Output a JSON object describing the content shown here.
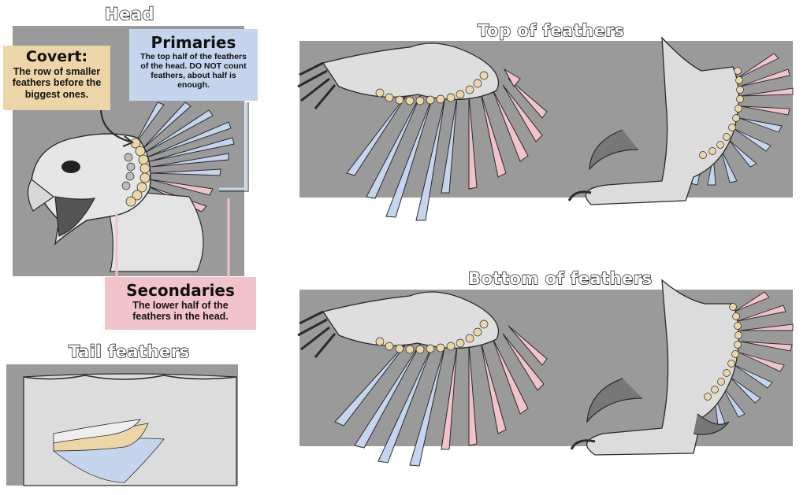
{
  "titles": {
    "head": "Head",
    "top": "Top of feathers",
    "bottom": "Bottom of feathers",
    "tail": "Tail feathers"
  },
  "labels": {
    "covert": {
      "heading": "Covert:",
      "text": "The row of smaller feathers before the biggest ones."
    },
    "primaries": {
      "heading": "Primaries",
      "text": "The top half of the feathers of the head. DO NOT count feathers, about half is enough."
    },
    "secondaries": {
      "heading": "Secondaries",
      "text": "The lower half of the feathers in the head."
    }
  },
  "colors": {
    "panel": "#9a9a9a",
    "covert": "#ecd6a8",
    "primary": "#c5d5ee",
    "secondary": "#f1c3ca",
    "skin": "#e0e0e0",
    "outline": "#2a2a2a"
  }
}
